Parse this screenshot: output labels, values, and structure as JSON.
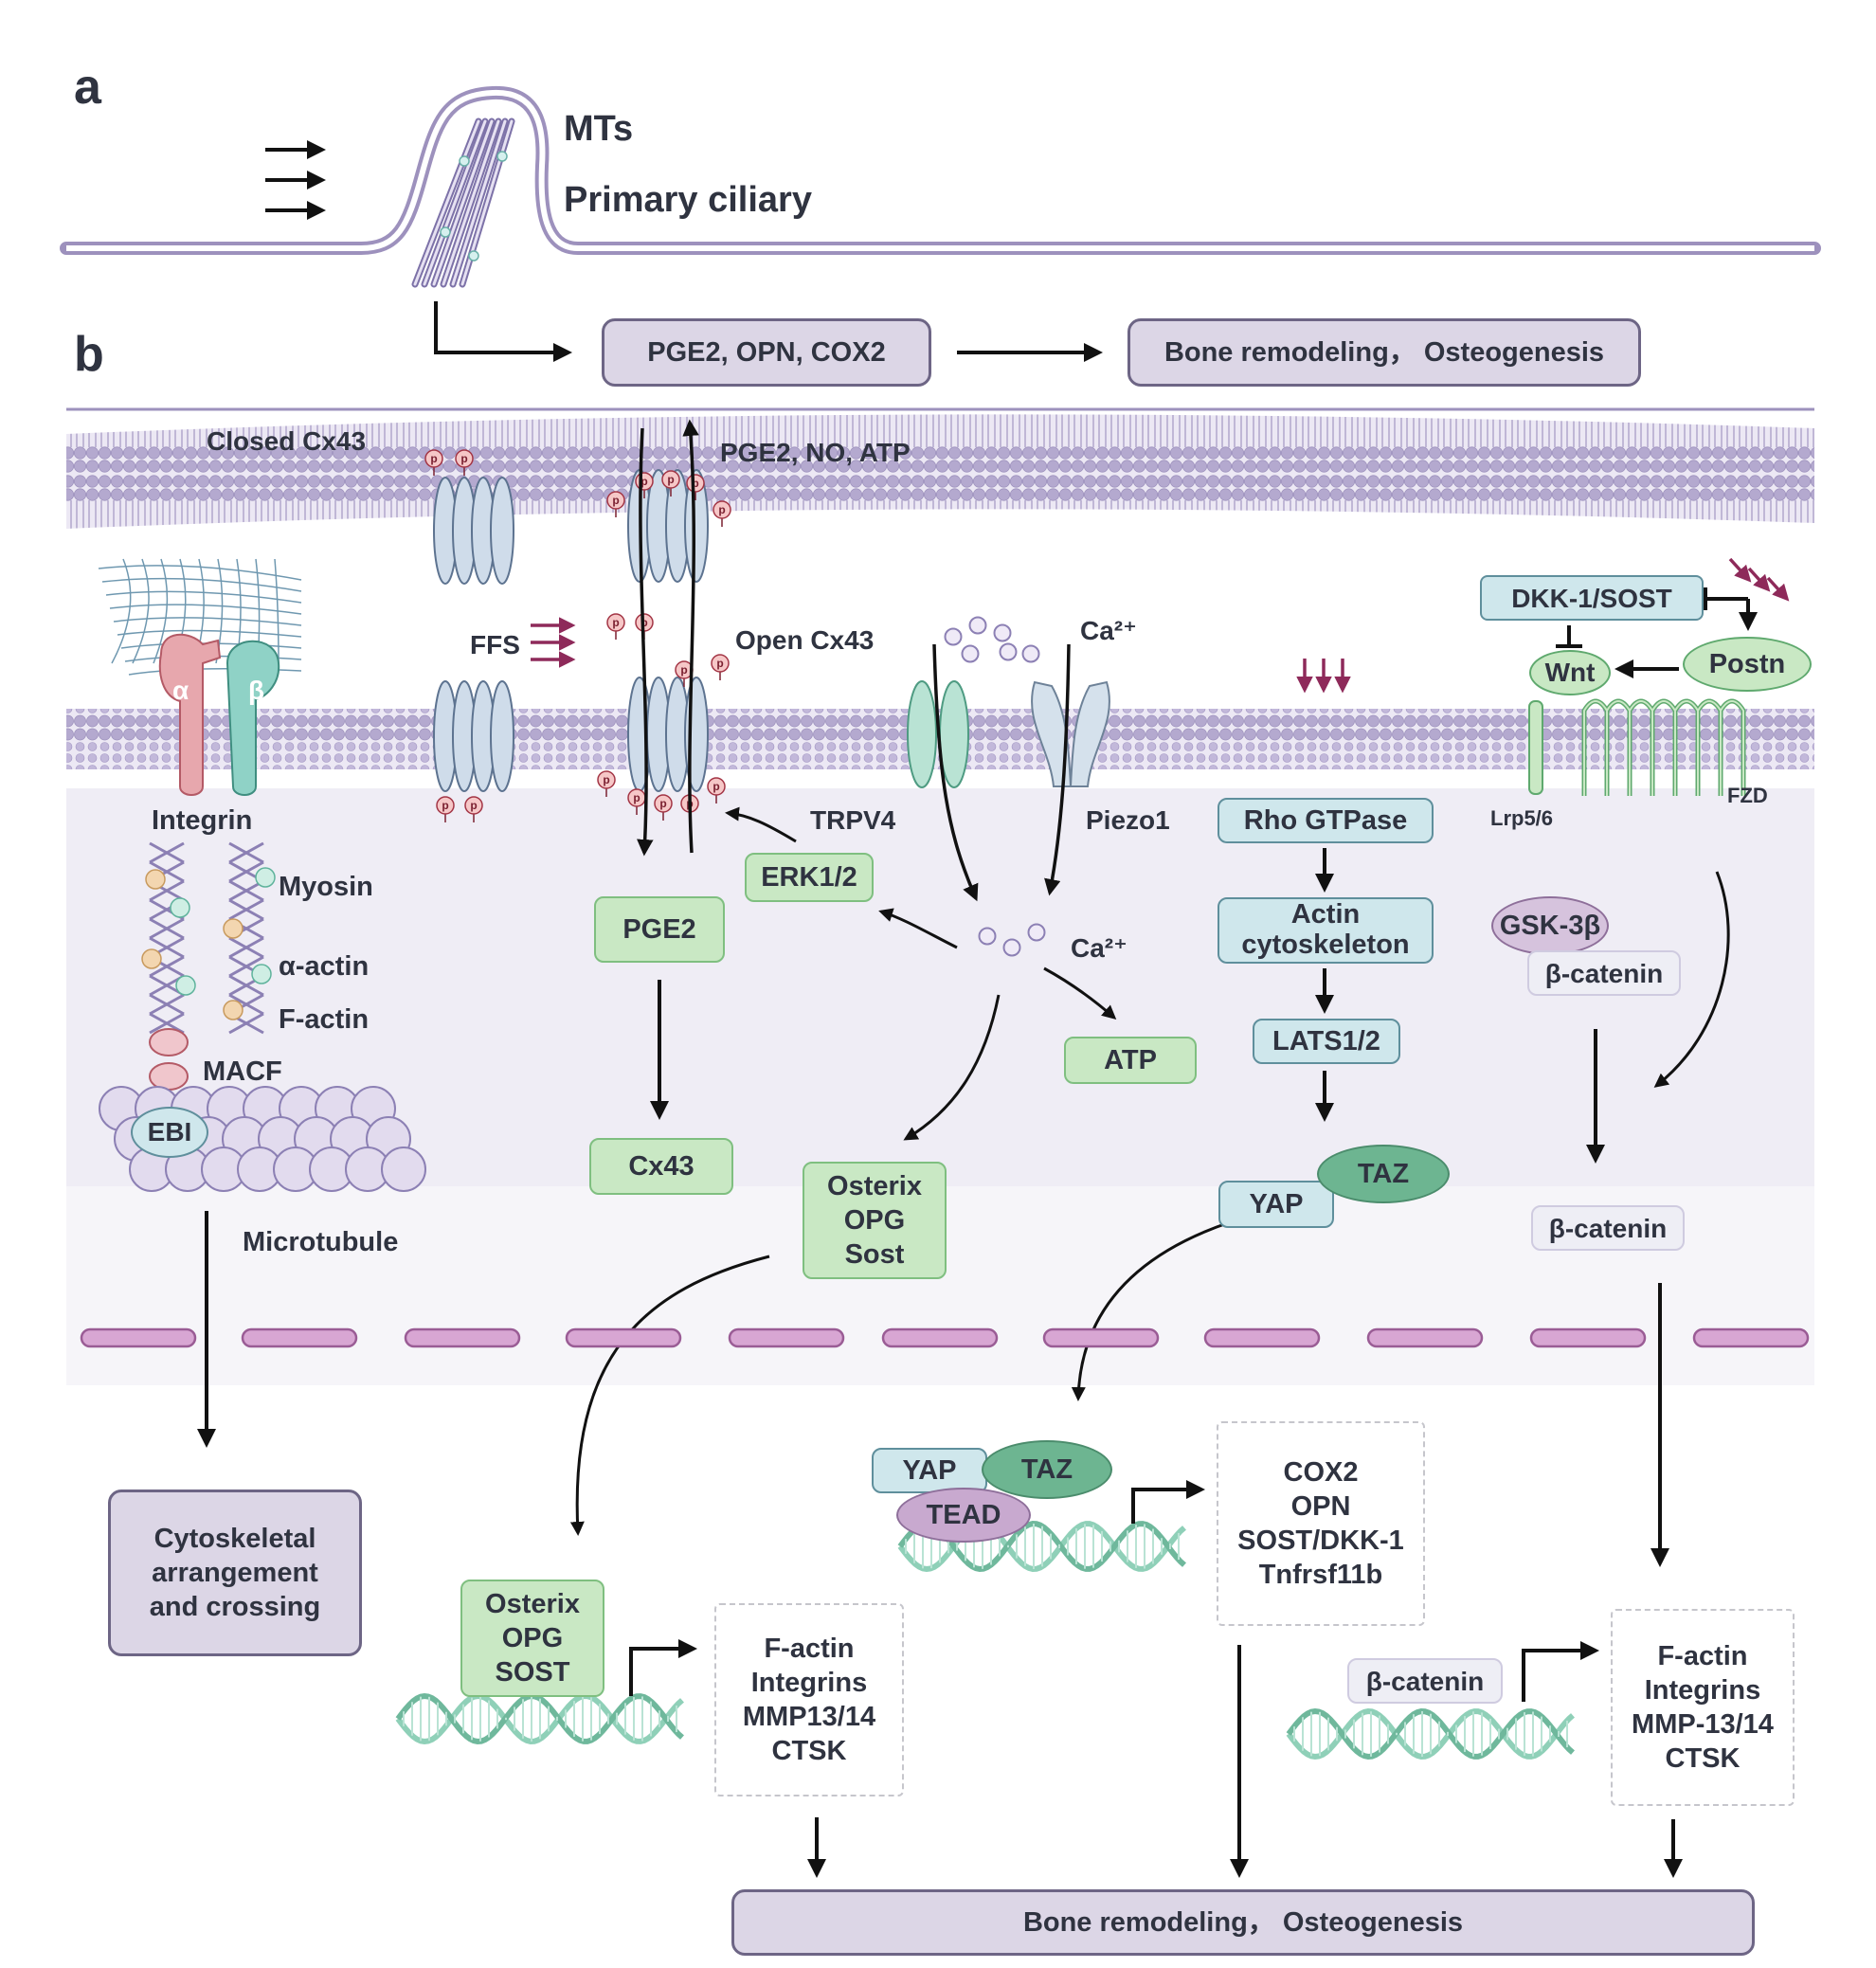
{
  "panels": {
    "a": "a",
    "b": "b"
  },
  "cilium": {
    "mts": "MTs",
    "primary": "Primary ciliary"
  },
  "top": {
    "box1": "PGE2, OPN, COX2",
    "box2": "Bone remodeling， Osteogenesis"
  },
  "membrane": {
    "closed_cx43": "Closed Cx43",
    "release": "PGE2, NO, ATP",
    "ffs": "FFS",
    "open_cx43": "Open Cx43",
    "ca_out": "Ca²⁺",
    "integrin": "Integrin",
    "alpha": "α",
    "beta": "β",
    "trpv4": "TRPV4",
    "piezo1": "Piezo1",
    "lrp": "Lrp5/6",
    "fzd": "FZD",
    "wnt": "Wnt",
    "postn": "Postn",
    "dkk": "DKK-1/SOST",
    "p": "p"
  },
  "cytoskeleton": {
    "myosin": "Myosin",
    "alpha_actin": "α-actin",
    "f_actin": "F-actin",
    "macf": "MACF",
    "ebi": "EBI",
    "microtubule": "Microtubule"
  },
  "cytoplasm": {
    "erk": "ERK1/2",
    "pge2": "PGE2",
    "cx43": "Cx43",
    "ca_in": "Ca²⁺",
    "atp": "ATP",
    "osterix": "Osterix\nOPG\nSost",
    "rho": "Rho GTPase",
    "actin": "Actin\ncytoskeleton",
    "lats": "LATS1/2",
    "yap": "YAP",
    "taz": "TAZ",
    "gsk": "GSK-3β",
    "bcat1": "β-catenin",
    "bcat2": "β-catenin"
  },
  "nucleus": {
    "cytoskeletal": "Cytoskeletal\narrangement\nand crossing",
    "osterix2": "Osterix\nOPG\nSOST",
    "targets1": "F-actin\nIntegrins\nMMP13/14\nCTSK",
    "yap": "YAP",
    "taz": "TAZ",
    "tead": "TEAD",
    "targets2": "COX2\nOPN\nSOST/DKK-1\nTnfrsf11b",
    "bcat": "β-catenin",
    "targets3": "F-actin\nIntegrins\nMMP-13/14\nCTSK",
    "bottom": "Bone remodeling， Osteogenesis"
  },
  "colors": {
    "membrane": "#b4a9cf",
    "green": "#c9e8c4",
    "teal": "#cfe7ec",
    "purple_box": "#dcd6e6",
    "arrow_magenta": "#8e2a5a",
    "dna": "#8fd0b8"
  }
}
